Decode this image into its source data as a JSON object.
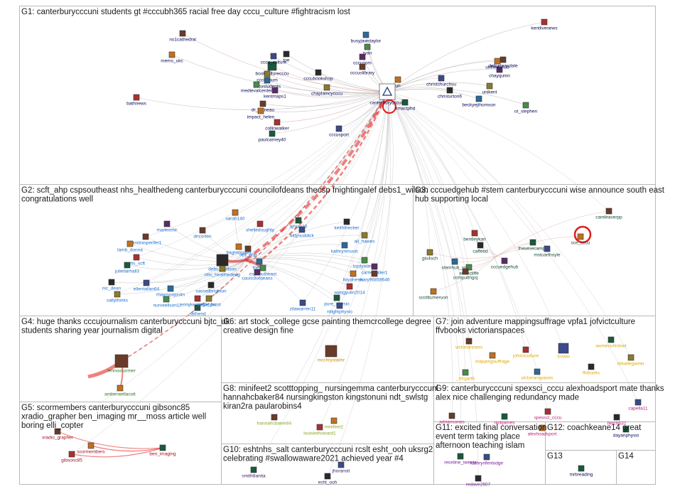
{
  "colors": {
    "edge_gray": "#9a9a9a",
    "edge_red": "#e21a1a",
    "edge_rose": "#c98a8a",
    "g1_label": "#0a0a5a",
    "g2_label": "#1e6fd0",
    "g3_label": "#1a4a3a",
    "g4_label": "#2a7a1a",
    "g5_label": "#a01020",
    "g6_label": "#d08a00",
    "g7_label": "#e0a800",
    "g8_label": "#8aa82a",
    "g9_label": "#c0207a",
    "g10_label": "#3a1a6a",
    "g11_label": "#7a1a9a"
  },
  "groups": [
    {
      "id": "G1",
      "title_lines": [
        "G1: canterburycccuni students gt #cccubh365 racial free day cccu_culture #fightracism lost"
      ]
    },
    {
      "id": "G2",
      "title_lines": [
        "G2: scft_ahp cspsoutheast nhs_healthedeng canterburycccuni councilofdeans thecsp fnightingalef debs1_wilson",
        "congratulations well"
      ]
    },
    {
      "id": "G3",
      "title_lines": [
        "G3: cccuedgehub #stem canterburycccuni wise announce south east",
        "hub supporting local"
      ]
    },
    {
      "id": "G4",
      "title_lines": [
        "G4: huge thanks cccujournalism canterburycccuni bjtc_uk",
        "students sharing year journalism digital"
      ]
    },
    {
      "id": "G5",
      "title_lines": [
        "G5: scormembers canterburycccuni gibsonc85",
        "xradio_grapher ben_imaging mr__moss article well",
        "boring elli_copter"
      ]
    },
    {
      "id": "G6",
      "title_lines": [
        "G6: art stock_college gcse painting themcrcollege degree",
        "creative design fine"
      ]
    },
    {
      "id": "G7",
      "title_lines": [
        "G7: join adventure mappingsuffrage vpfa1 jofvictculture",
        "ffvbooks victorianspaces"
      ]
    },
    {
      "id": "G8",
      "title_lines": [
        "G8: minifeet2 scotttopping_ nursingemma canterburycccuni",
        "hannahcbaker84 nursingkingston kingstonuni ndt_swlstg",
        "kiran2ra paularobins4"
      ]
    },
    {
      "id": "G9",
      "title_lines": [
        "G9: canterburycccuni spexsci_cccu alexhoadsport mate thanks",
        "alex nice challenging redundancy made"
      ]
    },
    {
      "id": "G10",
      "title_lines": [
        "G10: eshtnhs_salt canterburycccuni rcslt esht_ooh uksrg2",
        "celebrating #swallowaware2021 achieved year #4"
      ]
    },
    {
      "id": "G11",
      "title_lines": [
        "G11: excited final conversation",
        "event term taking place",
        "afternoon teaching islam"
      ]
    },
    {
      "id": "G12",
      "title_lines": [
        "G12: coachkeane14 great"
      ]
    },
    {
      "id": "G13",
      "title_lines": [
        "G13"
      ]
    },
    {
      "id": "G14",
      "title_lines": [
        "G14"
      ]
    }
  ],
  "nodes": {
    "G1": [
      "no1cathedral",
      "mems_ukc",
      "bathnews",
      "bookculturecccu",
      "cccu_culture",
      "toe",
      "cccu_hum",
      "cccustudents",
      "medievalcenter",
      "kentmaps1",
      "dr_vigneau",
      "impact_helen",
      "collinwalker",
      "paulcarney40",
      "cccusport",
      "cccubookshop",
      "chaplaincycccu",
      "busyjawstaylor",
      "ryan",
      "cccusom",
      "cccuslibrary",
      "un",
      "canterburycccuni",
      "nmactphd",
      "christchurchsu",
      "christurton6",
      "unikent",
      "beckyejthomson",
      "ot_stephen",
      "chayquinn",
      "debrateasdale",
      "unified_hub",
      "kentlivenews"
    ],
    "G2": [
      "sandrasperiler1",
      "lamb_donna",
      "nhs_scft",
      "juliefairhall3",
      "ellentallan64",
      "nic_dean",
      "sallythinks",
      "rhiannonjoslin",
      "nurseellson1",
      "marleomir",
      "dricorten",
      "sarah140",
      "shelledoughty",
      "ajryan16",
      "kittysuddick",
      "keiththecker",
      "ali_hawes",
      "kathrynmusic",
      "trudyward8",
      "carriewaller1",
      "mary96858646",
      "lloydnesis",
      "wangyulin2014",
      "pure_physio",
      "nilightphysio",
      "debs1_wilson",
      "nhs_healthedeng",
      "thecsp",
      "cspsoutheast",
      "councilofdeans",
      "scft_ahp",
      "fnightingalef",
      "jennykeanecahpo",
      "sbthend",
      "zitawarren11",
      "sassellbrighton",
      "angie_huist"
    ],
    "G3": [
      "careleaverpp",
      "sce_cccu",
      "bentleykari",
      "thewisecampa",
      "mstuarthoyle",
      "caffebd",
      "gis4sch",
      "stemhub_sm",
      "anoricliffe",
      "cccuedgehub",
      "computingsj",
      "scotttumeruon"
    ],
    "G4": [
      "lennoxsurmer",
      "amberwellacott"
    ],
    "G5": [
      "xradio_grapher",
      "scormembers",
      "gibsonc85",
      "ben_imaging"
    ],
    "G6": [
      "mcchrystalmr"
    ],
    "G7": [
      "victoriancters",
      "mappingsuffrage",
      "jofvictculture",
      "womenshistnet",
      "lcvww",
      "ffvbooks",
      "drkatlegamer",
      "victorianspaces",
      "_mrgarth"
    ],
    "G8": [
      "hannahcbaker84",
      "minifeet2",
      "louiseehoward1"
    ],
    "G9": [
      "adriansonos",
      "alexhoadsport",
      "spexsci_cccu",
      "nickjames",
      "capella11",
      "fletch632"
    ],
    "G10": [
      "smith8anita",
      "jhoransit",
      "esht_ooh"
    ],
    "G11": [
      "reonline_tweets",
      "kathrynfenlodge",
      "redave2607"
    ],
    "G12": [
      "dayanphysio"
    ],
    "G13": [
      "mrbreading"
    ],
    "G14": []
  }
}
